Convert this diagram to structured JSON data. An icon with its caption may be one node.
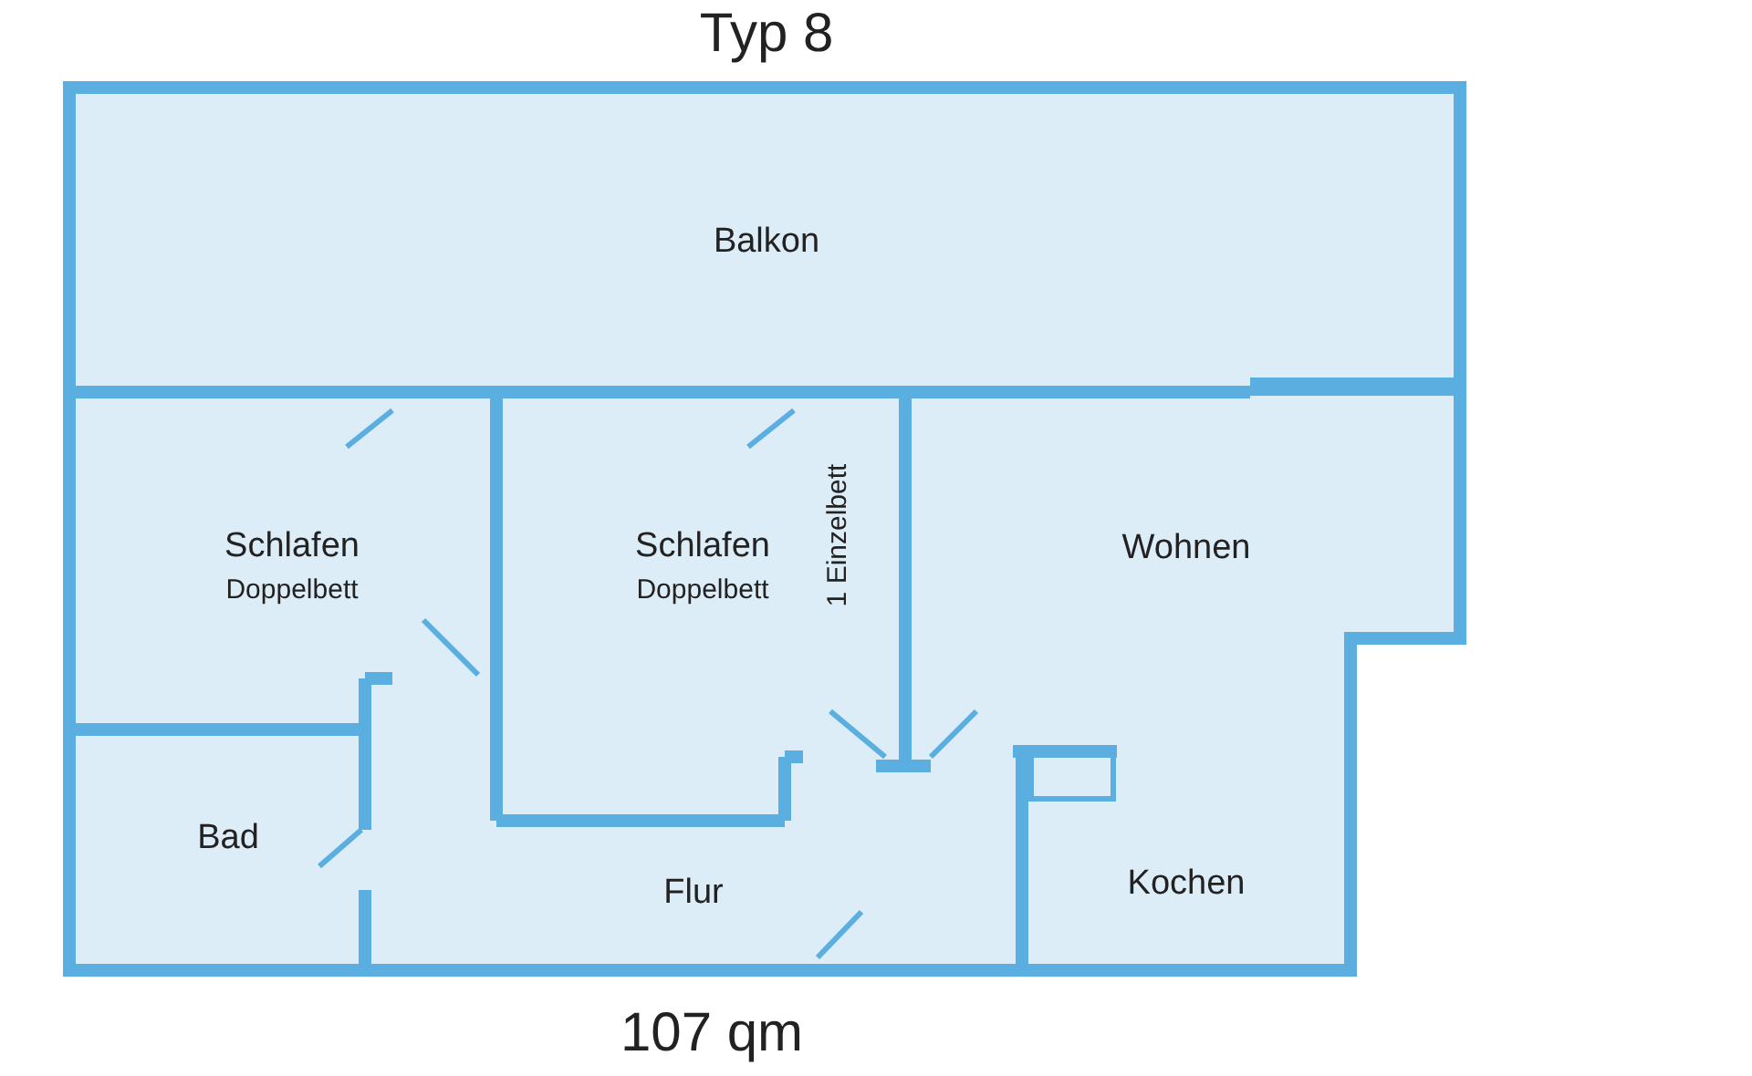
{
  "diagram": {
    "title": "Typ 8",
    "caption": "107 qm",
    "nodes": [
      {
        "text": [
          "Balkon"
        ]
      },
      {
        "text": [
          "Schlafen",
          "Doppelbett"
        ]
      },
      {
        "text": [
          "Schlafen",
          "Doppelbett",
          "1 Einzelbett"
        ]
      },
      {
        "text": [
          "Wohnen"
        ]
      },
      {
        "text": [
          "Bad"
        ]
      },
      {
        "text": [
          "Flur"
        ]
      },
      {
        "text": [
          "Kochen"
        ]
      }
    ],
    "edges": []
  }
}
